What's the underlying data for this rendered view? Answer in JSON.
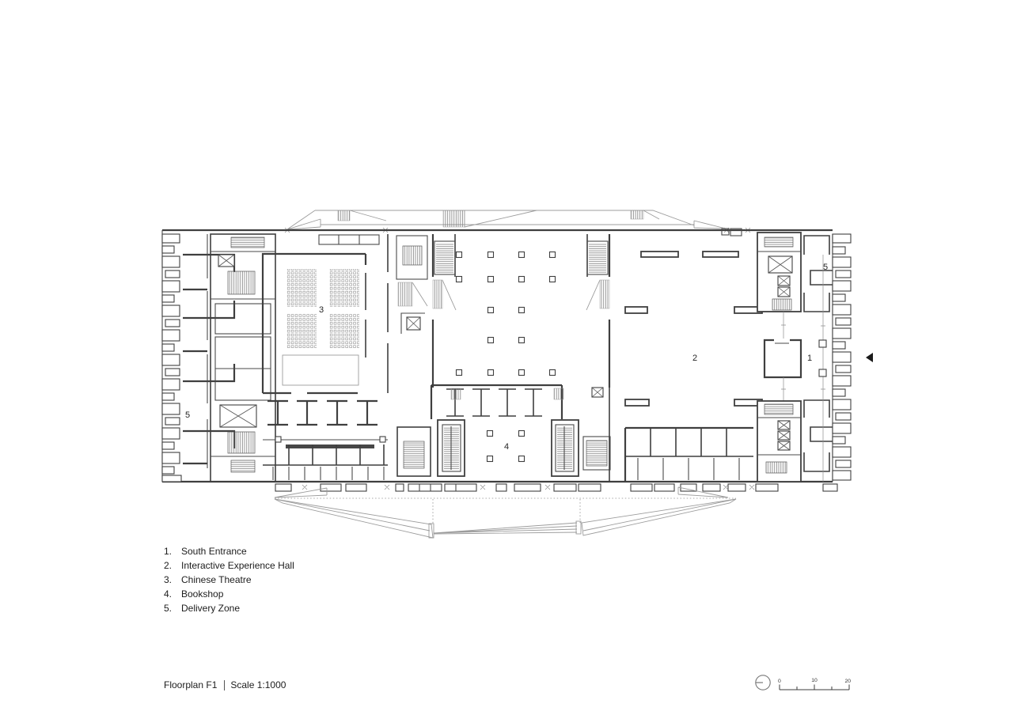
{
  "plan": {
    "labels": {
      "theatre": "3",
      "hall": "2",
      "entrance": "1",
      "bookshop": "4",
      "delivery_left": "5",
      "delivery_right": "5"
    }
  },
  "legend": {
    "items": [
      {
        "num": "1.",
        "label": "South Entrance"
      },
      {
        "num": "2.",
        "label": "Interactive Experience Hall"
      },
      {
        "num": "3.",
        "label": "Chinese Theatre"
      },
      {
        "num": "4.",
        "label": "Bookshop"
      },
      {
        "num": "5.",
        "label": "Delivery Zone"
      }
    ]
  },
  "footer": {
    "title": "Floorplan F1",
    "scale": "Scale 1:1000"
  },
  "scalebar": {
    "tick_0": "0",
    "tick_10": "10",
    "tick_20": "20"
  },
  "icons": {
    "north_indicator": "circle-with-west-bar",
    "entrance_marker": "solid-left-triangle"
  },
  "colors": {
    "wall": "#3f3f3f",
    "canopy_gray": "#9c9c9c",
    "text": "#1c1c1c",
    "background": "#ffffff"
  }
}
